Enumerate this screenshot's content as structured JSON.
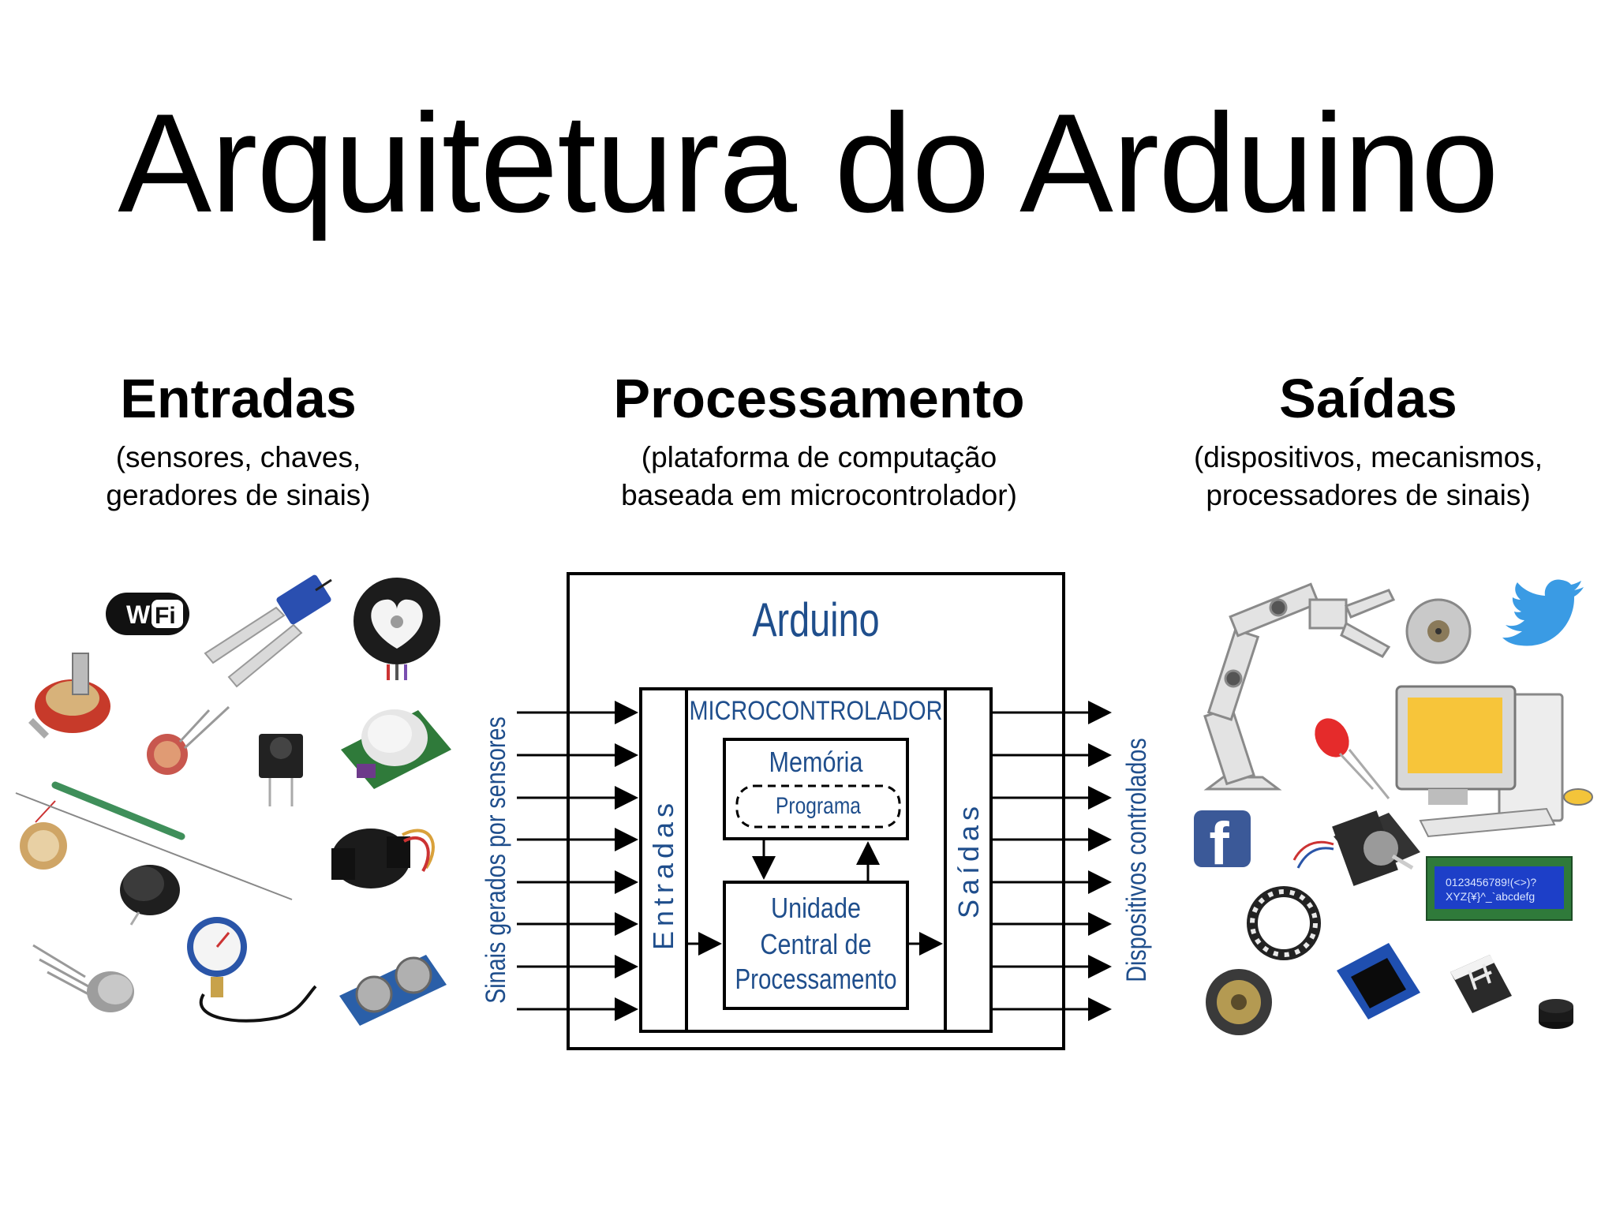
{
  "title": "Arquitetura do Arduino",
  "columns": {
    "inputs": {
      "heading": "Entradas",
      "subtitle_line1": "(sensores, chaves,",
      "subtitle_line2": "geradores de sinais)"
    },
    "processing": {
      "heading": "Processamento",
      "subtitle_line1": "(plataforma de computação",
      "subtitle_line2": "baseada em microcontrolador)"
    },
    "outputs": {
      "heading": "Saídas",
      "subtitle_line1": "(dispositivos, mecanismos,",
      "subtitle_line2": "processadores de sinais)"
    }
  },
  "diagram": {
    "board_label": "Arduino",
    "microcontroller_label": "MICROCONTROLADOR",
    "memory_label": "Memória",
    "program_label": "Programa",
    "cpu_line1": "Unidade",
    "cpu_line2": "Central de",
    "cpu_line3": "Processamento",
    "inputs_port_label": "Entradas",
    "outputs_port_label": "Saídas",
    "left_side_label": "Sinais gerados por sensores",
    "right_side_label": "Dispositivos controlados",
    "accent_color": "#1f4e8c"
  },
  "input_components": [
    {
      "icon": "wifi-logo-icon",
      "label_left": "Wi",
      "label_right": "Fi"
    },
    {
      "icon": "soil-moisture-sensor-icon"
    },
    {
      "icon": "pulse-sensor-icon"
    },
    {
      "icon": "potentiometer-icon"
    },
    {
      "icon": "photoresistor-icon"
    },
    {
      "icon": "push-button-icon"
    },
    {
      "icon": "pir-motion-sensor-icon"
    },
    {
      "icon": "piezo-disc-icon"
    },
    {
      "icon": "reed-switch-icon"
    },
    {
      "icon": "microphone-icon"
    },
    {
      "icon": "water-flow-sensor-icon"
    },
    {
      "icon": "transistor-sensor-icon"
    },
    {
      "icon": "pressure-gauge-icon"
    },
    {
      "icon": "ultrasonic-sensor-icon"
    }
  ],
  "output_components": [
    {
      "icon": "robotic-arm-icon"
    },
    {
      "icon": "dc-motor-icon"
    },
    {
      "icon": "twitter-logo-icon"
    },
    {
      "icon": "led-icon"
    },
    {
      "icon": "desktop-computer-icon"
    },
    {
      "icon": "facebook-logo-icon",
      "label": "f"
    },
    {
      "icon": "stepper-motor-icon"
    },
    {
      "icon": "lcd-display-icon",
      "line1": "0123456789!(<>)?",
      "line2": "XYZ{¥}^_`abcdefg"
    },
    {
      "icon": "led-ring-icon"
    },
    {
      "icon": "speaker-icon"
    },
    {
      "icon": "oled-display-icon"
    },
    {
      "icon": "seven-segment-display-icon"
    },
    {
      "icon": "buzzer-icon"
    }
  ]
}
